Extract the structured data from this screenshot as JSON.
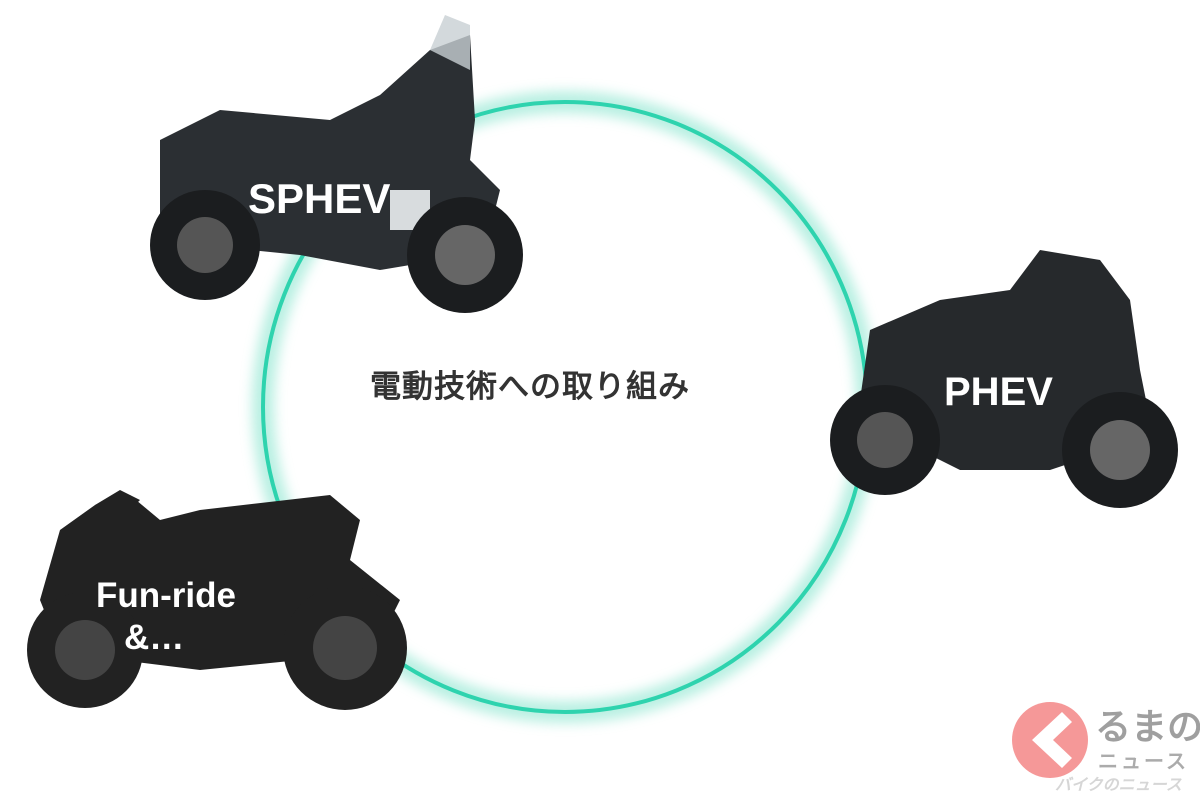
{
  "center_title": "電動技術への取り組み",
  "bikes": [
    {
      "label": "SPHEV"
    },
    {
      "label": "PHEV"
    },
    {
      "label_line1": "Fun-ride",
      "label_line2": "&…"
    }
  ],
  "watermark": {
    "main": "るまの",
    "sub": "ニュース",
    "secondary": "バイクのニュース"
  },
  "colors": {
    "ring": "#2ed3ae",
    "bike": "#222222",
    "logo": "#f26d6d"
  }
}
